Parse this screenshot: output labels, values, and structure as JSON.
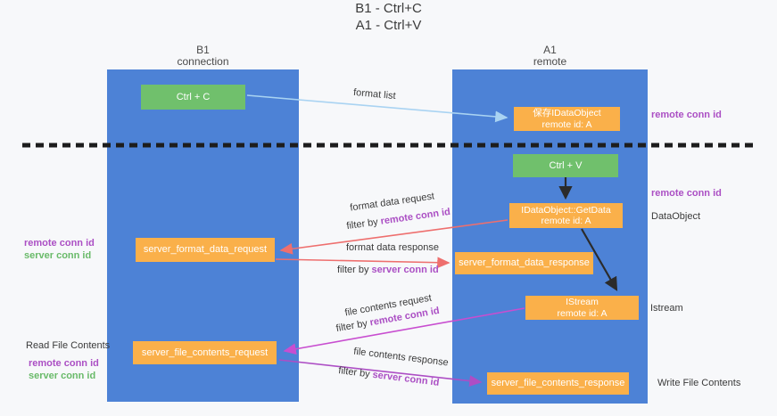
{
  "title": {
    "line1": "B1 - Ctrl+C",
    "line2": "A1 - Ctrl+V"
  },
  "lanes": {
    "left": {
      "title": "B1",
      "subtitle": "connection"
    },
    "right": {
      "title": "A1",
      "subtitle": "remote"
    }
  },
  "nodes": {
    "ctrl_c": {
      "label": "Ctrl + C"
    },
    "save_dataobject": {
      "line1": "保存IDataObject",
      "line2": "remote id: A"
    },
    "ctrl_v": {
      "label": "Ctrl + V"
    },
    "getdata": {
      "line1": "IDataObject::GetData",
      "line2": "remote id: A"
    },
    "server_format_data_request": {
      "label": "server_format_data_request"
    },
    "server_format_data_response": {
      "label": "server_format_data_response"
    },
    "istream": {
      "line1": "IStream",
      "line2": "remote id: A"
    },
    "server_file_contents_request": {
      "label": "server_file_contents_request"
    },
    "server_file_contents_response": {
      "label": "server_file_contents_response"
    }
  },
  "annotations": {
    "right": {
      "remote_conn_id_top": "remote conn id",
      "remote_conn_id_mid": "remote conn id",
      "dataobject": "DataObject",
      "istream": "Istream",
      "write_file_contents": "Write File Contents"
    },
    "left": {
      "format_remote": "remote conn id",
      "format_server": "server conn id",
      "read_file_contents": "Read File Contents",
      "file_remote": "remote conn id",
      "file_server": "server conn id"
    }
  },
  "edge_labels": {
    "format_list": "format list",
    "format_data_request": {
      "text": "format data request",
      "filter_prefix": "filter by",
      "filter_key": "remote conn id"
    },
    "format_data_response": {
      "text": "format data response",
      "filter_prefix": "filter by",
      "filter_key": "server conn id"
    },
    "file_contents_request": {
      "text": "file contents request",
      "filter_prefix": "filter by",
      "filter_key": "remote conn id"
    },
    "file_contents_response": {
      "text": "file contents response",
      "filter_prefix": "filter by",
      "filter_key": "server conn id"
    }
  },
  "colors": {
    "background": "#f7f8fa",
    "lane_blue": "#4d82d6",
    "node_orange": "#fab04a",
    "node_green": "#70c06c",
    "accent_purple": "#ab4fc4",
    "accent_green": "#69ba69",
    "arrow_light_blue": "#a9d3f2",
    "arrow_red": "#ee6f6e",
    "arrow_magenta": "#c84ed0",
    "arrow_purple": "#ad4ec5",
    "arrow_black": "#2b2b2b",
    "dashed_divider": "#1d1d1d"
  }
}
